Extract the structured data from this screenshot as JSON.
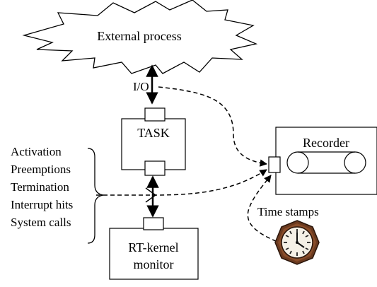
{
  "nodes": {
    "external_process": "External process",
    "task": "TASK",
    "recorder": "Recorder",
    "monitor_line1": "RT-kernel",
    "monitor_line2": "monitor"
  },
  "labels": {
    "io": "I/O",
    "time_stamps": "Time stamps"
  },
  "events": [
    "Activation",
    "Preemptions",
    "Termination",
    "Interrupt hits",
    "System calls"
  ],
  "icons": {
    "clock": "clock-icon",
    "cloud": "burst-cloud-icon"
  },
  "colors": {
    "clock_wood": "#6b3a1f",
    "clock_face": "#f5f0e6"
  }
}
